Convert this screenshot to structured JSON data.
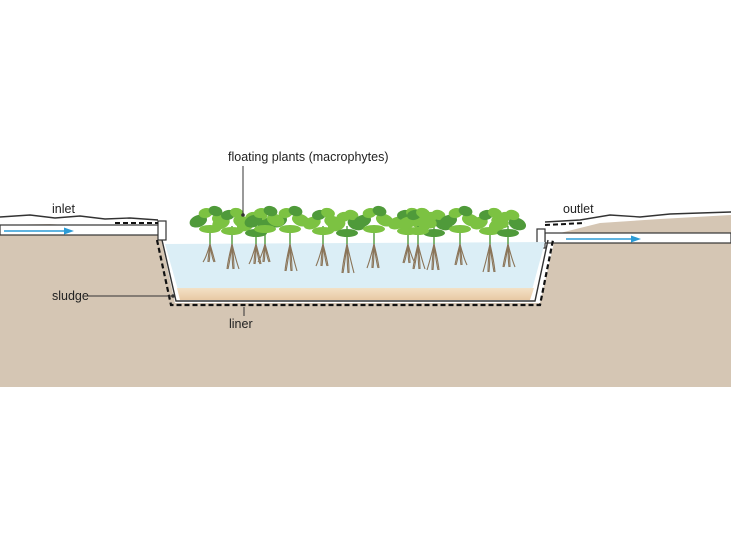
{
  "labels": {
    "floating_plants": "floating plants (macrophytes)",
    "inlet": "inlet",
    "outlet": "outlet",
    "sludge": "sludge",
    "liner": "liner"
  },
  "colors": {
    "ground": "#d5c6b4",
    "water": "#dbeef6",
    "sludge": "#e8c9a4",
    "flow_arrow": "#2b9bd6",
    "leaf": "#7cc242",
    "leaf_dark": "#4f9a3a",
    "root": "#8a7458"
  },
  "icons": {
    "plant": "macrophyte-plant-icon",
    "flow": "flow-arrow-icon"
  },
  "plant_count": 14
}
